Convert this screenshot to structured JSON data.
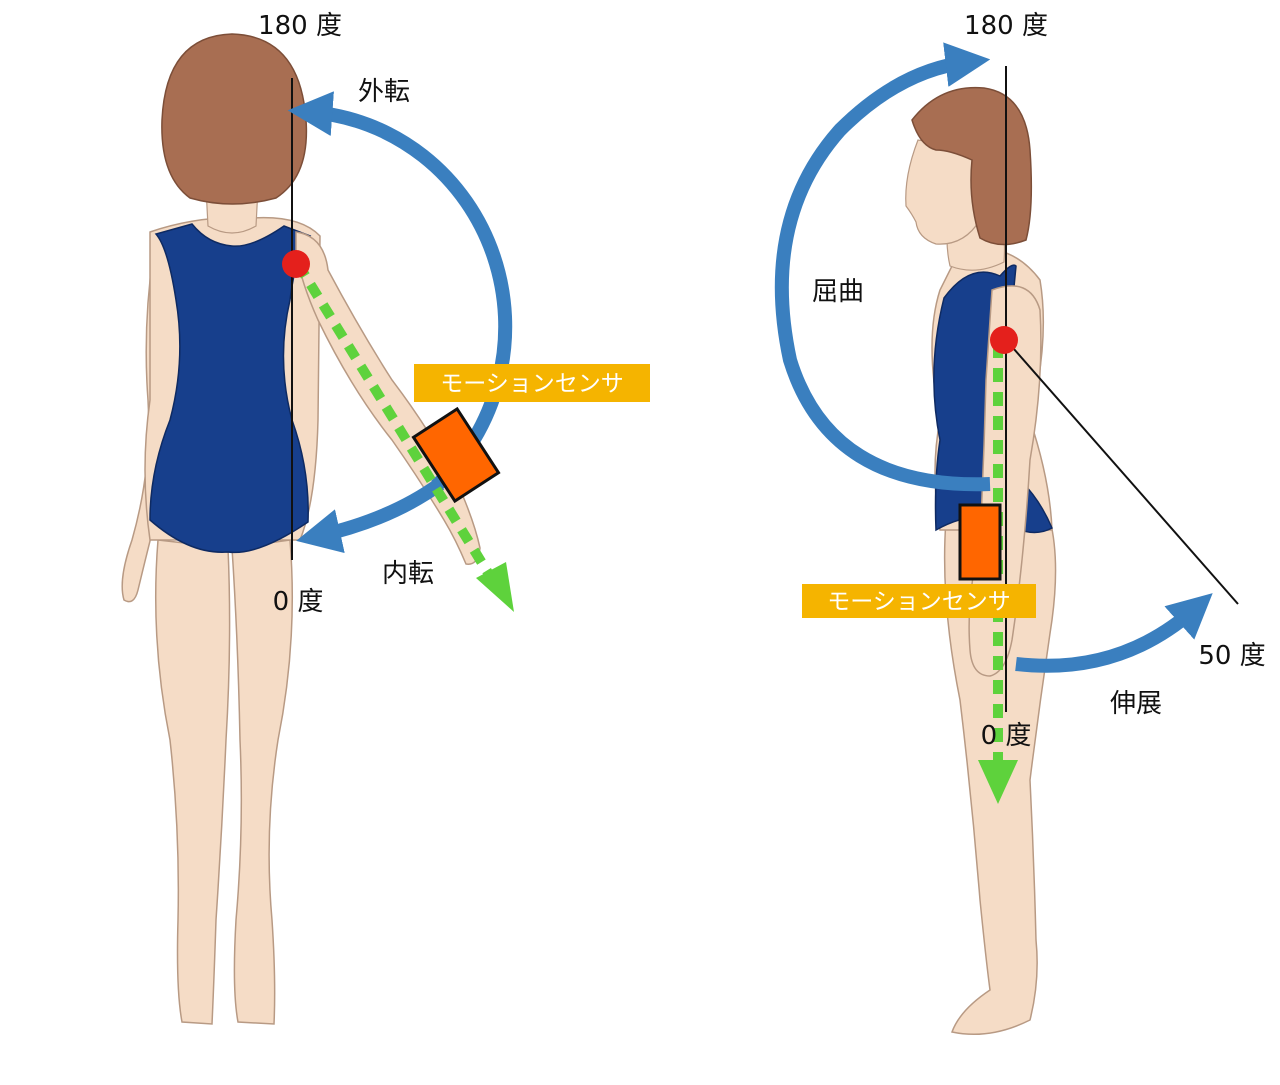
{
  "left_figure": {
    "angle_top": "180 度",
    "angle_bottom": "0 度",
    "motion_up": "外転",
    "motion_down": "内転",
    "sensor_label": "モーションセンサ"
  },
  "right_figure": {
    "angle_top": "180 度",
    "angle_bottom": "0 度",
    "angle_extension": "50 度",
    "motion_flexion": "屈曲",
    "motion_extension": "伸展",
    "sensor_label": "モーションセンサ"
  },
  "colors": {
    "skin": "#f5dcc6",
    "skin_outline": "#b89a84",
    "hair": "#a86e52",
    "swimsuit": "#173f8c",
    "arrow_blue": "#3a7fbf",
    "green_dash": "#5ed23c",
    "joint_red": "#e4201c",
    "sensor_orange": "#ff6600",
    "label_bg": "#f5b400"
  }
}
